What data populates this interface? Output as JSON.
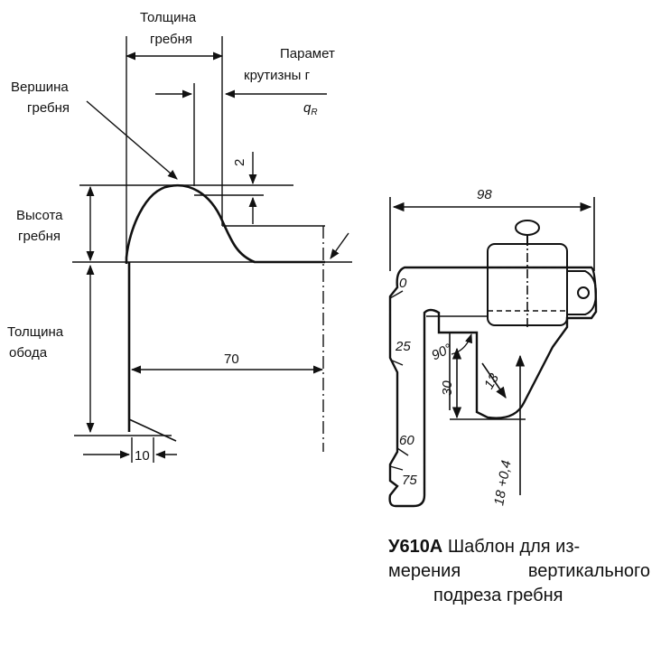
{
  "left_diagram": {
    "label_thickness_1": "Толщина",
    "label_thickness_2": "гребня",
    "label_param_1": "Парамет",
    "label_param_2": "крутизны г",
    "label_qr": "q",
    "label_qr_sub": "R",
    "label_apex_1": "Вершина",
    "label_apex_2": "гребня",
    "label_height_1": "Высота",
    "label_height_2": "гребня",
    "label_rim_1": "Толщина",
    "label_rim_2": "обода",
    "dim_2": "2",
    "dim_70": "70",
    "dim_10": "10"
  },
  "right_diagram": {
    "dim_98": "98",
    "scale_0": "0",
    "scale_25": "25",
    "scale_60": "60",
    "scale_75": "75",
    "angle_90": "90°",
    "dim_30": "30",
    "dim_13": "13",
    "dim_18": "18 +0,4"
  },
  "caption": {
    "code": "У610А",
    "line1_rest": "Шаблон для из-",
    "line2_a": "мерения",
    "line2_b": "вертикального",
    "line3": "подреза гребня"
  }
}
